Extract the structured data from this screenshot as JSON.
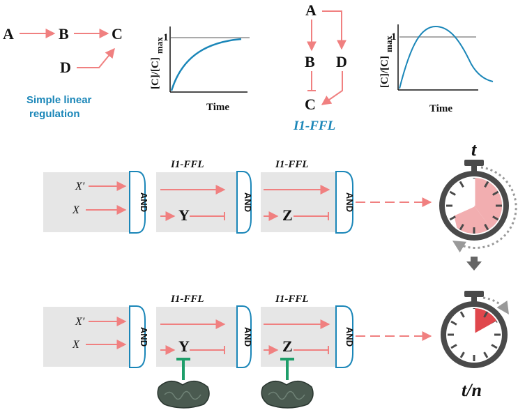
{
  "simple": {
    "node_a": "A",
    "node_b": "B",
    "node_c": "C",
    "node_d": "D",
    "caption_line1": "Simple linear",
    "caption_line2": "regulation"
  },
  "plot_left": {
    "ylabel": "[C]/[C]",
    "ylabel_sub": "max",
    "ytick": "1",
    "xlabel": "Time"
  },
  "ffl": {
    "node_a": "A",
    "node_b": "B",
    "node_c": "C",
    "node_d": "D",
    "caption": "I1-FFL"
  },
  "plot_right": {
    "ylabel": "[C]/[C]",
    "ylabel_sub": "max",
    "ytick": "1",
    "xlabel": "Time"
  },
  "cascade_top": {
    "input1": "X′",
    "input2": "X",
    "gate": "AND",
    "ffl1_label": "I1-FFL",
    "ffl2_label": "I1-FFL",
    "node_y": "Y",
    "node_z": "Z"
  },
  "cascade_bottom": {
    "input1": "X′",
    "input2": "X",
    "gate": "AND",
    "ffl1_label": "I1-FFL",
    "ffl2_label": "I1-FFL",
    "node_y": "Y",
    "node_z": "Z"
  },
  "timer_top": {
    "label": "t"
  },
  "timer_bottom": {
    "label": "t/n"
  },
  "colors": {
    "arrow": "#f08080",
    "blue": "#1a86b8",
    "panel": "#e6e6e6",
    "timer_dark": "#4a4a4a",
    "timer_fill_light": "#f2aeb0",
    "timer_fill_red": "#e0474c",
    "inhibitor_green": "#1e9e6a",
    "mito_fill": "#4a5a50"
  }
}
